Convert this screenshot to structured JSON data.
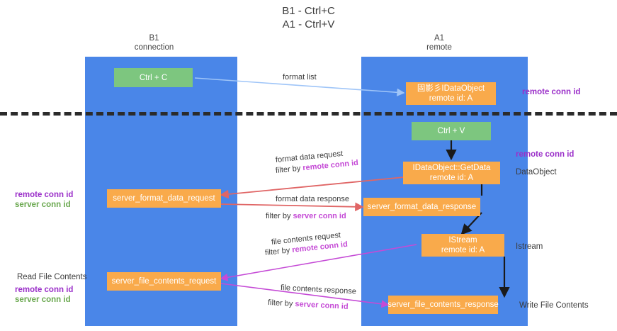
{
  "title": "B1 - Ctrl+C\nA1 - Ctrl+V",
  "columns": {
    "left": "B1\nconnection",
    "right": "A1\nremote"
  },
  "boxes": {
    "ctrl_c": "Ctrl + C",
    "ctrl_v": "Ctrl + V",
    "data_object": "固影彡IDataObject\nremote id: A",
    "get_data": "IDataObject::GetData\nremote id: A",
    "istream": "IStream\nremote id: A",
    "server_format_data_request": "server_format_data_request",
    "server_format_data_response": "server_format_data_response",
    "server_file_contents_request": "server_file_contents_request",
    "server_file_contents_response": "server_file_contents_response"
  },
  "right_labels": {
    "remote_conn_id_top": "remote conn id",
    "remote_conn_id_mid": "remote conn id",
    "data_object": "DataObject",
    "istream": "Istream",
    "write_file_contents": "Write File Contents"
  },
  "left_labels": {
    "remote_conn_id": "remote conn id",
    "server_conn_id": "server conn id",
    "read_file_contents": "Read File Contents",
    "remote_conn_id_2": "remote conn id",
    "server_conn_id_2": "server conn id"
  },
  "edges": {
    "format_list": "format list",
    "format_data_request": "format data request",
    "format_data_request_filter_prefix": "filter by ",
    "format_data_request_filter_key": "remote conn id",
    "format_data_response": "format data response",
    "format_data_response_filter_prefix": "filter by ",
    "format_data_response_filter_key": "server conn id",
    "file_contents_request": "file contents request",
    "file_contents_request_filter_prefix": "filter by ",
    "file_contents_request_filter_key": "remote conn id",
    "file_contents_response": "file contents response",
    "file_contents_response_filter_prefix": "filter by ",
    "file_contents_response_filter_key": "server conn id"
  },
  "colors": {
    "lane": "#4a86e8",
    "orange": "#f9aa4b",
    "green": "#7dc67f",
    "purple": "#9b30c9",
    "magenta": "#c54bd6",
    "green_text": "#6aa84f",
    "arrow_blue": "#9fc5f8",
    "arrow_red": "#e06666",
    "arrow_black": "#1a1a1a",
    "arrow_magenta": "#c54bd6",
    "dashed": "#2b2b2b"
  }
}
